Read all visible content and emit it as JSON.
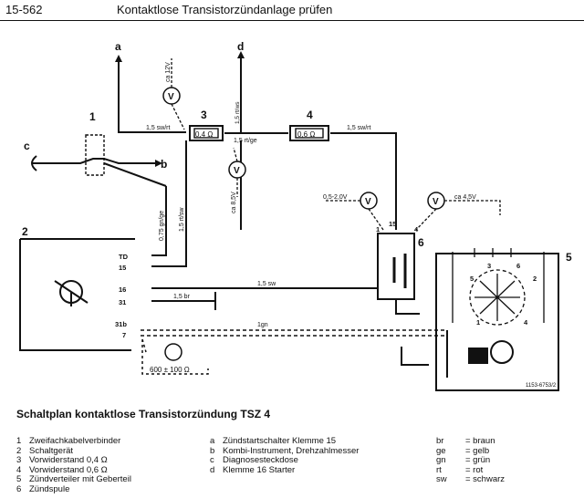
{
  "header": {
    "page_number": "15-562",
    "title": "Kontaktlose Transistorzündanlage prüfen"
  },
  "diagram": {
    "terminals_top": {
      "a": "a",
      "d": "d",
      "c": "c",
      "b": "b"
    },
    "components": {
      "c1": "1",
      "c2": "2",
      "c3": "3",
      "c4": "4",
      "c5": "5",
      "c6": "6"
    },
    "resistor_3": "0,4 Ω",
    "resistor_4": "0,6 Ω",
    "ohm_label": "600 ± 100 Ω",
    "wire_labels": {
      "w1": "1,5 sw/rt",
      "w2": "1,5 rt/ge",
      "w3": "1,5 sw/rt",
      "w4": "1,5 rt/sw",
      "w5": "0,75 gn/ge",
      "w6": "1,5 sw",
      "w7": "1,5 br",
      "w8": "1gn",
      "w9": "ca 12V",
      "w10": "1,5 rt/ws",
      "w11": "ca 8,5V",
      "w12": "0,5-2,0V",
      "w13": "ca 4,5V"
    },
    "device2_pins": [
      "TD",
      "15",
      "16",
      "31"
    ],
    "dist_pins": [
      "31b",
      "7"
    ],
    "coil_pins": [
      "1",
      "15",
      "4"
    ],
    "dist_numbers": [
      "5",
      "3",
      "6",
      "2",
      "1",
      "4"
    ],
    "volt_symbol": "V",
    "ref_number": "1153-6753/2"
  },
  "caption": "Schaltplan kontaktlose Transistorzündung TSZ 4",
  "legend_numbers": [
    {
      "key": "1",
      "text": "Zweifachkabelverbinder"
    },
    {
      "key": "2",
      "text": "Schaltgerät"
    },
    {
      "key": "3",
      "text": "Vorwiderstand 0,4 Ω"
    },
    {
      "key": "4",
      "text": "Vorwiderstand 0,6 Ω"
    },
    {
      "key": "5",
      "text": "Zündverteiler mit Geberteil"
    },
    {
      "key": "6",
      "text": "Zündspule"
    }
  ],
  "legend_letters": [
    {
      "key": "a",
      "text": "Zündstartschalter Klemme 15"
    },
    {
      "key": "b",
      "text": "Kombi-Instrument, Drehzahlmesser"
    },
    {
      "key": "c",
      "text": "Diagnosesteckdose"
    },
    {
      "key": "d",
      "text": "Klemme 16 Starter"
    }
  ],
  "legend_colors": [
    {
      "key": "br",
      "text": "= braun"
    },
    {
      "key": "ge",
      "text": "= gelb"
    },
    {
      "key": "gn",
      "text": "= grün"
    },
    {
      "key": "rt",
      "text": "= rot"
    },
    {
      "key": "sw",
      "text": "= schwarz"
    }
  ]
}
